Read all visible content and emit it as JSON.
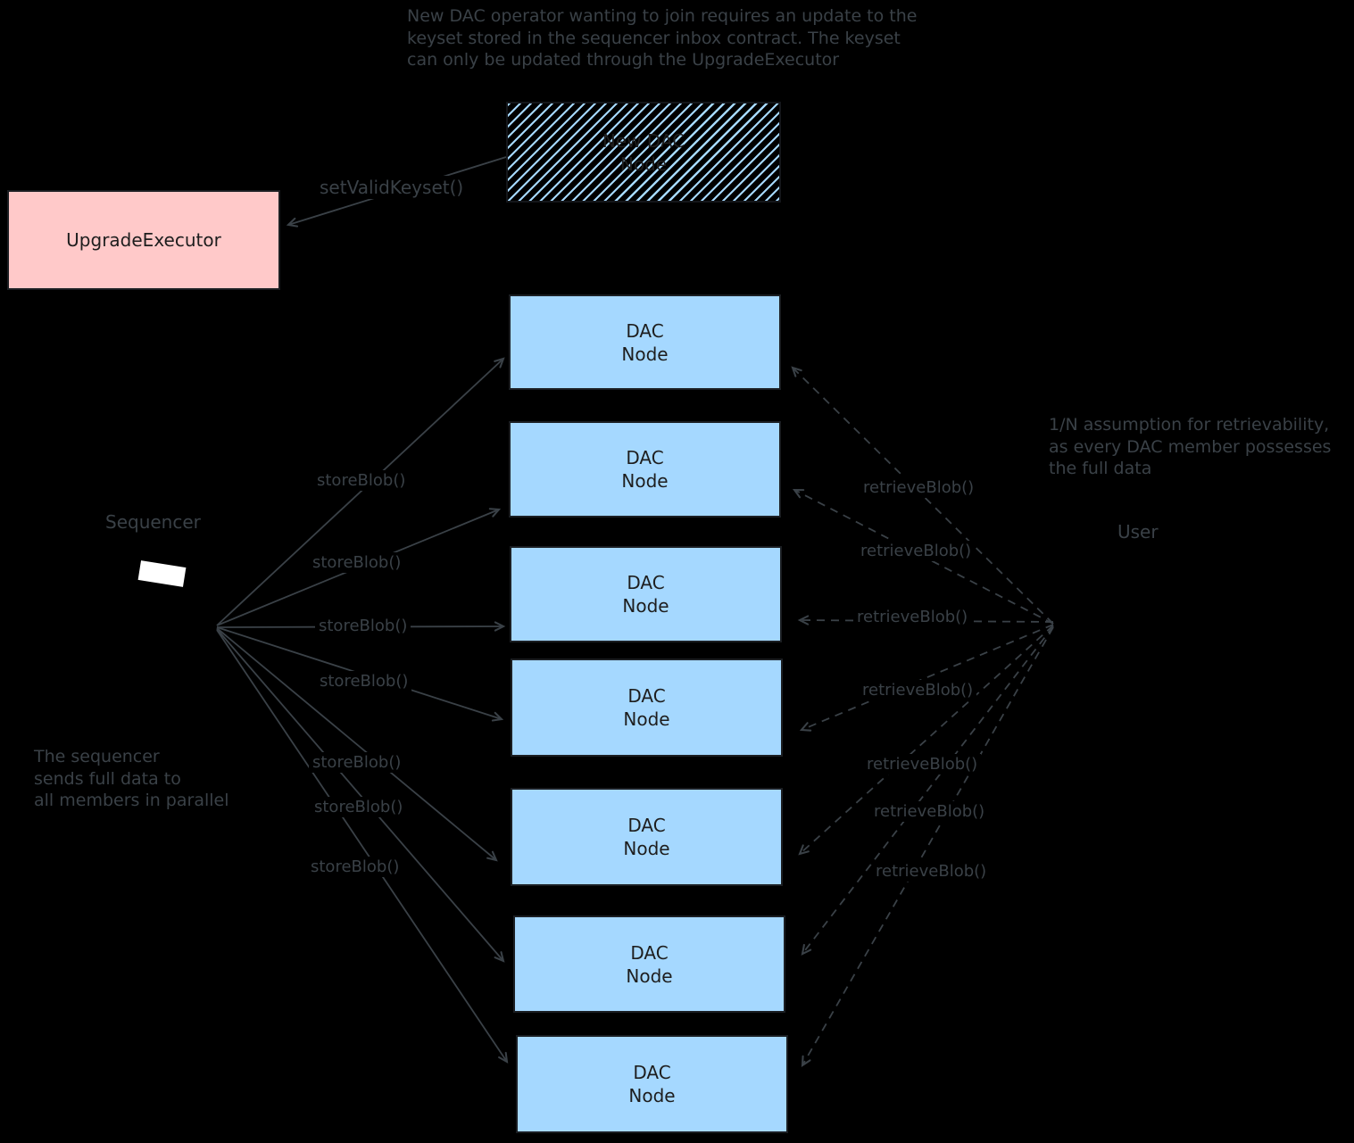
{
  "diagram": {
    "background_color": "#000000",
    "ink_color": "#3a4147",
    "annotations": {
      "top": {
        "lines": [
          "New DAC operator wanting to join requires an update to the",
          "keyset stored in the sequencer inbox contract. The keyset",
          "can only be updated through the UpgradeExecutor"
        ]
      },
      "right": {
        "lines": [
          "1/N assumption for retrievability,",
          "as every DAC member possesses",
          "the full data"
        ]
      },
      "bottom_left": {
        "lines": [
          "The sequencer",
          "sends full data to",
          "all members in parallel"
        ]
      }
    },
    "boxes": {
      "upgrade_executor": {
        "label": "UpgradeExecutor",
        "fill": "#ffc9c9"
      },
      "new_dac_node": {
        "lines": [
          "New DAC",
          "Node"
        ],
        "hatch_color": "#a5d8ff"
      },
      "dac_node": {
        "lines": [
          "DAC",
          "Node"
        ],
        "fill": "#a5d8ff",
        "count": 7
      }
    },
    "actors": {
      "sequencer": {
        "label": "Sequencer"
      },
      "user": {
        "label": "User"
      }
    },
    "edge_labels": {
      "set_valid_keyset": "setValidKeyset()",
      "store_blob": "storeBlob()",
      "retrieve_blob": "retrieveBlob()"
    }
  }
}
